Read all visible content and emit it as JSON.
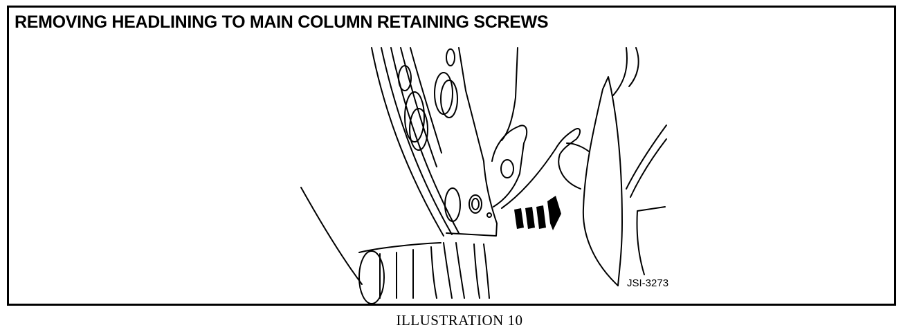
{
  "diagram": {
    "title": "REMOVING HEADLINING TO MAIN COLUMN RETAINING SCREWS",
    "reference_code": "JSI-3273",
    "caption": "ILLUSTRATION 10",
    "colors": {
      "ink": "#000000",
      "background": "#ffffff"
    }
  }
}
